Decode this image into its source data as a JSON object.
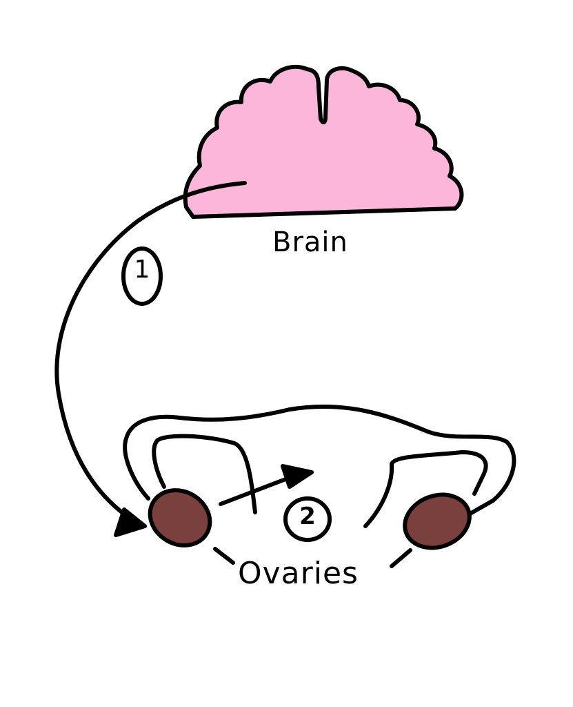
{
  "labels": {
    "brain": "Brain",
    "ovaries": "Ovaries"
  },
  "steps": [
    {
      "number": "1"
    },
    {
      "number": "2"
    }
  ],
  "colors": {
    "brain_fill": "#FBB6DA",
    "ovary_fill": "#7A403D",
    "stroke": "#000000"
  }
}
